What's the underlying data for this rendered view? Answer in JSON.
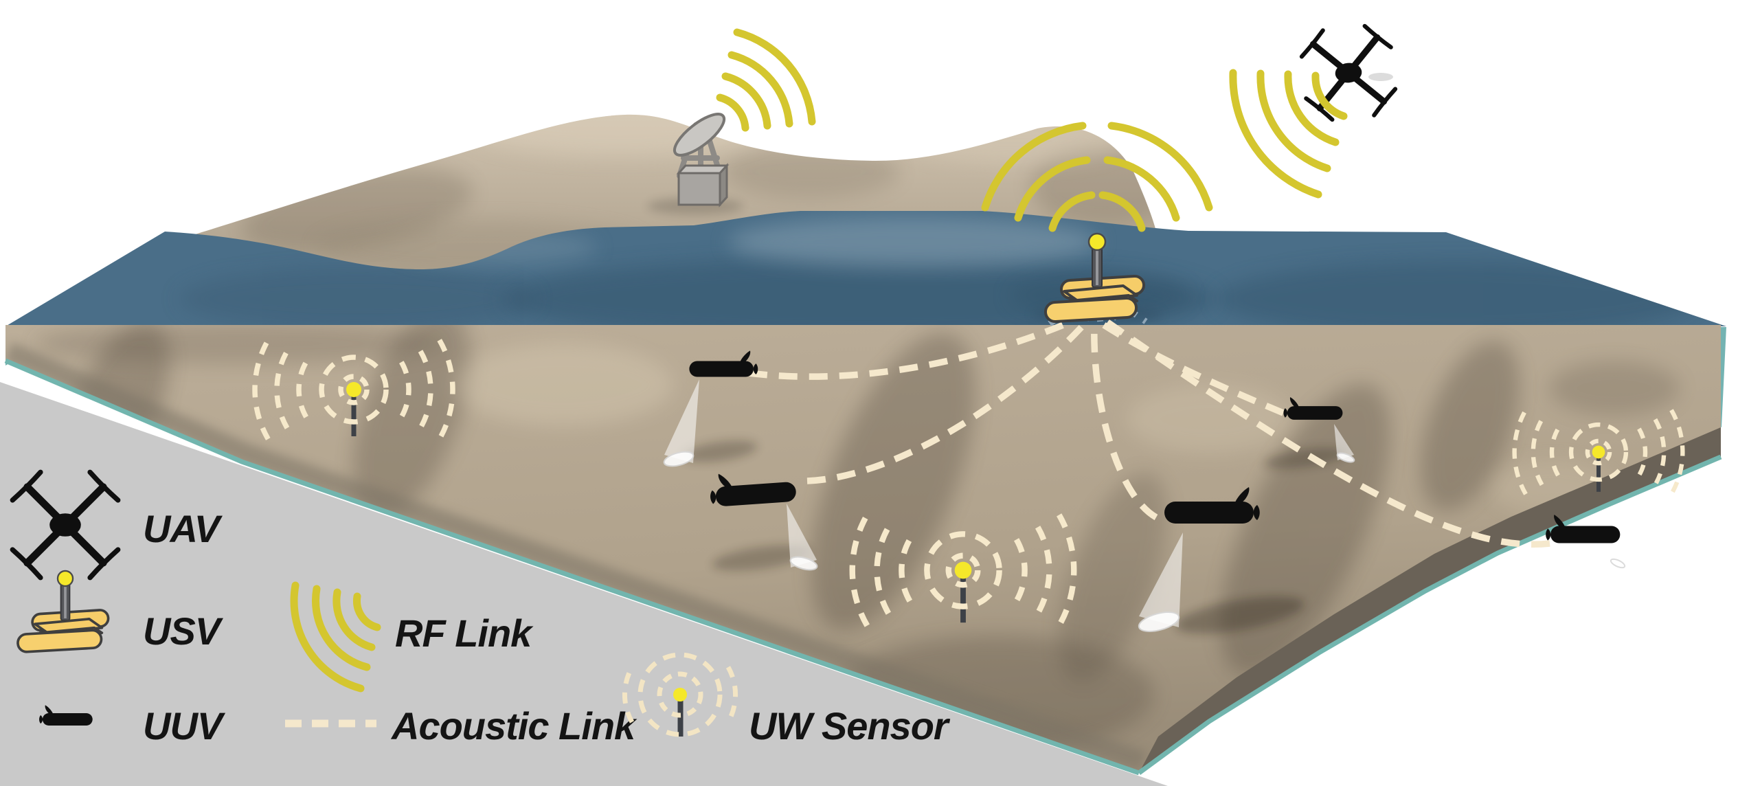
{
  "legend": {
    "rows": [
      {
        "icon": "uav-icon",
        "label": "UAV"
      },
      {
        "icon": "usv-icon",
        "label": "USV"
      },
      {
        "icon": "uuv-icon",
        "label": "UUV"
      },
      {
        "icon": "rf-link-icon",
        "label": "RF Link"
      },
      {
        "icon": "acoustic-link-icon",
        "label": "Acoustic Link"
      },
      {
        "icon": "uw-sensor-icon",
        "label": "UW Sensor"
      }
    ]
  },
  "colors": {
    "rf_link_yellow": "#d4c62f",
    "acoustic_link_cream": "#f5e8cc",
    "sensor_marker_yellow": "#f5e82a",
    "water_surface_blue": "#4a6e88",
    "water_face_teal": "#74b3b2",
    "seabed_sand": "#b3a58f",
    "land_sand": "#bfb19d",
    "legend_panel_gray": "#c9c9c9",
    "vehicle_black": "#0f0f0f",
    "usv_hull_yellow": "#f6cd69",
    "station_gray": "#a8a5a1"
  },
  "scene": {
    "uav_count": 1,
    "usv_count": 1,
    "uuv_count": 5,
    "uw_sensor_count": 3,
    "ground_station_count": 1,
    "acoustic_links_from_usv": 5,
    "rf_wave_sources": 3
  }
}
